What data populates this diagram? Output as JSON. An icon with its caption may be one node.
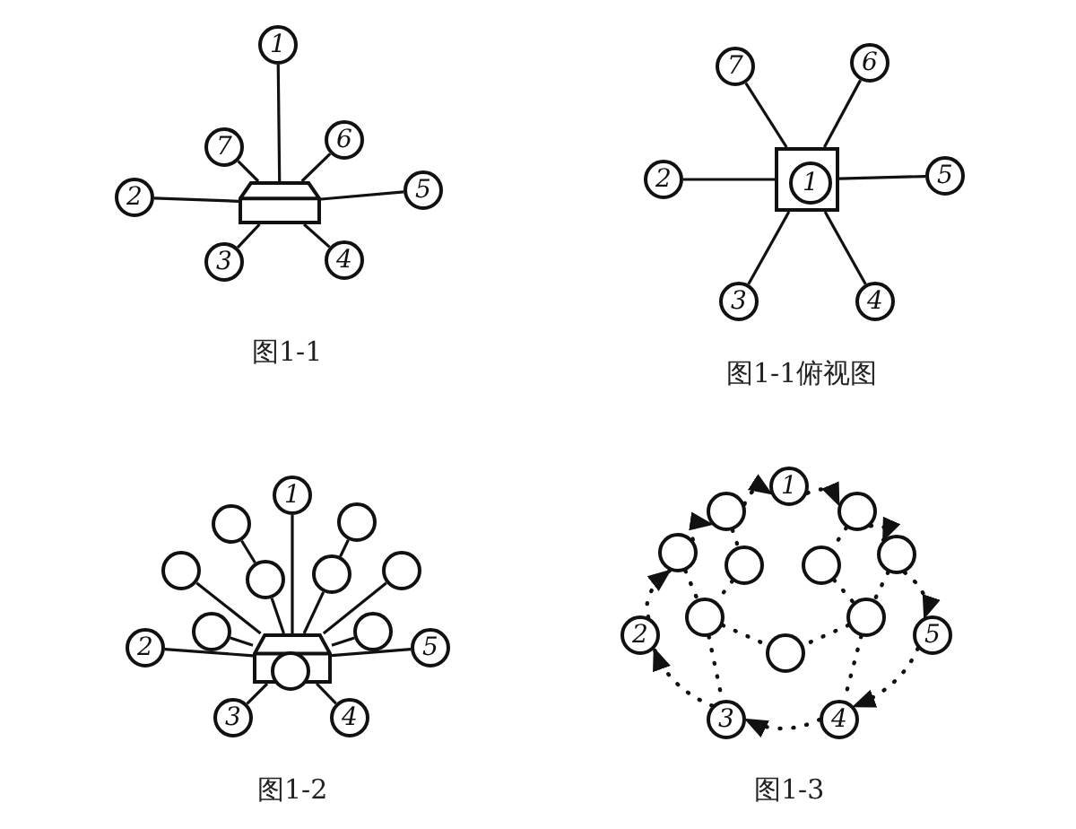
{
  "diagram": {
    "nodes": [
      {
        "text": [
          "1"
        ]
      },
      {
        "text": [
          "7"
        ]
      },
      {
        "text": [
          "6"
        ]
      },
      {
        "text": [
          "2"
        ]
      },
      {
        "text": [],
        "shape": "box"
      },
      {
        "text": [
          "5"
        ]
      },
      {
        "text": [
          "3"
        ]
      },
      {
        "text": [
          "4"
        ]
      },
      {
        "text": [
          "7"
        ]
      },
      {
        "text": [
          "6"
        ]
      },
      {
        "text": [
          "2"
        ]
      },
      {
        "text": [],
        "shape": "box"
      },
      {
        "text": [
          "1"
        ],
        "in": 11
      },
      {
        "text": [
          "5"
        ]
      },
      {
        "text": [
          "3"
        ]
      },
      {
        "text": [
          "4"
        ]
      },
      {
        "text": [
          "1"
        ]
      },
      {
        "text": [],
        "shape": "circle"
      },
      {
        "text": [],
        "shape": "circle"
      },
      {
        "text": [],
        "shape": "circle"
      },
      {
        "text": [],
        "shape": "circle"
      },
      {
        "text": [],
        "shape": "circle"
      },
      {
        "text": [],
        "shape": "circle"
      },
      {
        "text": [
          "2"
        ]
      },
      {
        "text": [],
        "shape": "circle"
      },
      {
        "text": [],
        "shape": "box"
      },
      {
        "text": [],
        "shape": "circle"
      },
      {
        "text": [
          "5"
        ]
      },
      {
        "text": [],
        "shape": "circle"
      },
      {
        "text": [
          "3"
        ]
      },
      {
        "text": [
          "4"
        ]
      },
      {
        "text": [
          "1"
        ]
      },
      {
        "text": [],
        "shape": "circle"
      },
      {
        "text": [],
        "shape": "circle"
      },
      {
        "text": [],
        "shape": "circle"
      },
      {
        "text": [],
        "shape": "circle"
      },
      {
        "text": [],
        "shape": "circle"
      },
      {
        "text": [],
        "shape": "circle"
      },
      {
        "text": [
          "2"
        ]
      },
      {
        "text": [],
        "shape": "circle"
      },
      {
        "text": [],
        "shape": "circle"
      },
      {
        "text": [
          "5"
        ]
      },
      {
        "text": [],
        "shape": "circle"
      },
      {
        "text": [
          "3"
        ]
      },
      {
        "text": [
          "4"
        ]
      }
    ],
    "edges": [
      {
        "from": 0,
        "to": 4,
        "arrow": "none"
      },
      {
        "from": 1,
        "to": 4,
        "arrow": "none"
      },
      {
        "from": 2,
        "to": 4,
        "arrow": "none"
      },
      {
        "from": 3,
        "to": 4,
        "arrow": "none"
      },
      {
        "from": 5,
        "to": 4,
        "arrow": "none"
      },
      {
        "from": 6,
        "to": 4,
        "arrow": "none"
      },
      {
        "from": 7,
        "to": 4,
        "arrow": "none"
      },
      {
        "from": 8,
        "to": 11,
        "arrow": "none"
      },
      {
        "from": 9,
        "to": 11,
        "arrow": "none"
      },
      {
        "from": 10,
        "to": 11,
        "arrow": "none"
      },
      {
        "from": 13,
        "to": 11,
        "arrow": "none"
      },
      {
        "from": 14,
        "to": 11,
        "arrow": "none"
      },
      {
        "from": 15,
        "to": 11,
        "arrow": "none"
      },
      {
        "from": 16,
        "to": 25,
        "arrow": "none"
      },
      {
        "from": 17,
        "to": 20,
        "arrow": "none"
      },
      {
        "from": 18,
        "to": 21,
        "arrow": "none"
      },
      {
        "from": 19,
        "to": 25,
        "arrow": "none"
      },
      {
        "from": 20,
        "to": 25,
        "arrow": "none"
      },
      {
        "from": 21,
        "to": 25,
        "arrow": "none"
      },
      {
        "from": 22,
        "to": 25,
        "arrow": "none"
      },
      {
        "from": 23,
        "to": 25,
        "arrow": "none"
      },
      {
        "from": 24,
        "to": 25,
        "arrow": "none"
      },
      {
        "from": 26,
        "to": 25,
        "arrow": "none"
      },
      {
        "from": 27,
        "to": 25,
        "arrow": "none"
      },
      {
        "from": 29,
        "to": 25,
        "arrow": "none"
      },
      {
        "from": 30,
        "to": 25,
        "arrow": "none"
      },
      {
        "from": 31,
        "to": 33,
        "arrow": "to",
        "style": "dashed"
      },
      {
        "from": 33,
        "to": 37,
        "arrow": "to",
        "style": "dashed"
      },
      {
        "from": 37,
        "to": 41,
        "arrow": "to",
        "style": "dashed"
      },
      {
        "from": 41,
        "to": 44,
        "arrow": "to",
        "style": "dashed"
      },
      {
        "from": 44,
        "to": 43,
        "arrow": "to",
        "style": "dashed"
      },
      {
        "from": 43,
        "to": 38,
        "arrow": "to",
        "style": "dashed"
      },
      {
        "from": 38,
        "to": 34,
        "arrow": "to",
        "style": "dashed"
      },
      {
        "from": 34,
        "to": 32,
        "arrow": "to",
        "style": "dashed"
      },
      {
        "from": 32,
        "to": 31,
        "arrow": "to",
        "style": "dashed"
      },
      {
        "from": 32,
        "to": 35,
        "arrow": "none",
        "style": "dashed"
      },
      {
        "from": 33,
        "to": 36,
        "arrow": "none",
        "style": "dashed"
      },
      {
        "from": 35,
        "to": 39,
        "arrow": "none",
        "style": "dashed"
      },
      {
        "from": 36,
        "to": 40,
        "arrow": "none",
        "style": "dashed"
      },
      {
        "from": 39,
        "to": 42,
        "arrow": "none",
        "style": "dashed"
      },
      {
        "from": 40,
        "to": 42,
        "arrow": "none",
        "style": "dashed"
      },
      {
        "from": 39,
        "to": 43,
        "arrow": "none",
        "style": "dashed"
      },
      {
        "from": 40,
        "to": 44,
        "arrow": "none",
        "style": "dashed"
      },
      {
        "from": 34,
        "to": 39,
        "arrow": "none",
        "style": "dashed"
      },
      {
        "from": 37,
        "to": 40,
        "arrow": "none",
        "style": "dashed"
      }
    ],
    "labels": [
      "图1-1",
      "图1-1俯视图",
      "图1-2",
      "图1-3"
    ]
  }
}
